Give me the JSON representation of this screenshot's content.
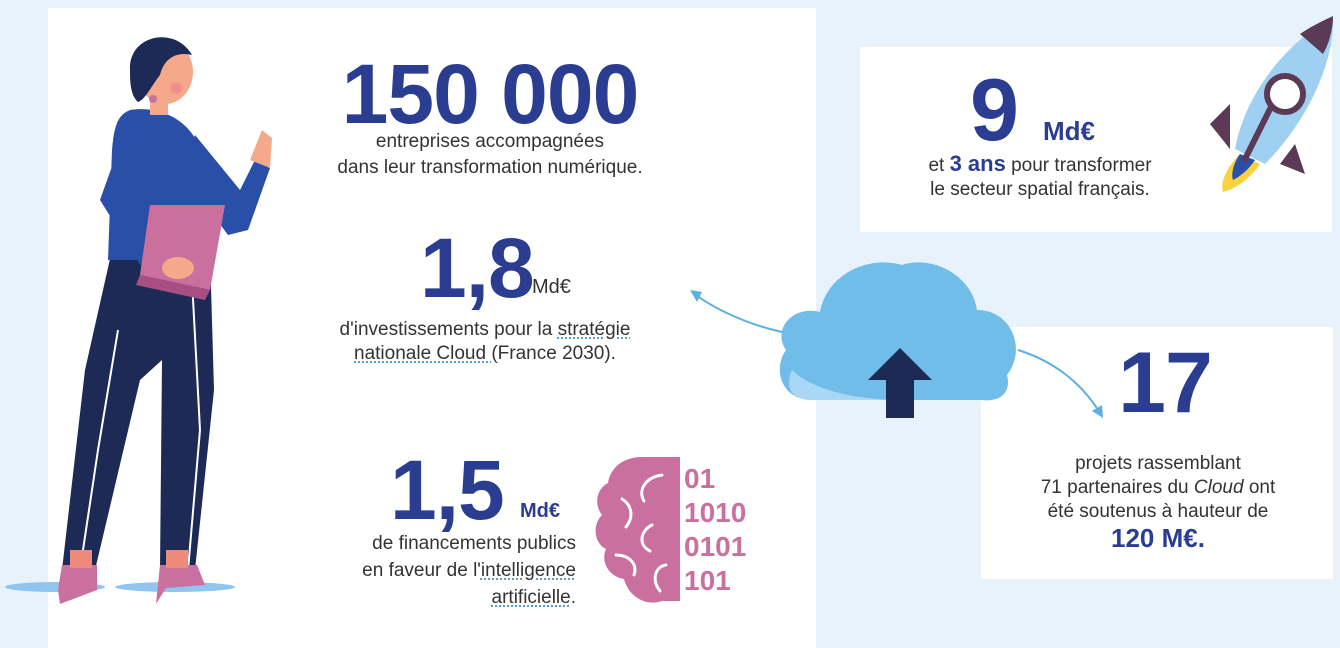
{
  "stat_150000": {
    "value": "150 000",
    "line1": "entreprises accompagnées",
    "line2": "dans leur transformation numérique."
  },
  "stat_cloud_strategy": {
    "value": "1,8",
    "unit": "Md€",
    "line1_prefix": "d'investissements pour la ",
    "line1_link": "stratégie",
    "line2_link": "nationale Cloud ",
    "line2_suffix": "(France 2030)."
  },
  "stat_ai": {
    "value": "1,5",
    "unit": "Md€",
    "line1": "de financements publics",
    "line2_prefix": "en faveur de l'",
    "line2_link": "intelligence",
    "line3_link": "artificielle",
    "line3_suffix": "."
  },
  "binary_code": [
    "01",
    "1010",
    "0101",
    "101"
  ],
  "stat_space": {
    "value": "9",
    "unit": "Md€",
    "line1_prefix": "et ",
    "line1_bold": "3 ans",
    "line1_suffix": " pour transformer",
    "line2": "le secteur spatial français."
  },
  "stat_projects": {
    "value": "17",
    "line1": "projets rassemblant",
    "line2_prefix": "71 partenaires du ",
    "line2_italic": "Cloud",
    "line2_suffix": " ont",
    "line3": "été soutenus à hauteur de",
    "amount": "120 M€."
  },
  "colors": {
    "page_background": "#e8f2fb",
    "panel": "#ffffff",
    "navy": "#2a3d91",
    "pink": "#c9709f",
    "cloud": "#6fbde8",
    "arrow": "#5bb0e0"
  },
  "icons": [
    "person-illustration",
    "brain-icon",
    "rocket-icon",
    "cloud-upload-icon"
  ]
}
